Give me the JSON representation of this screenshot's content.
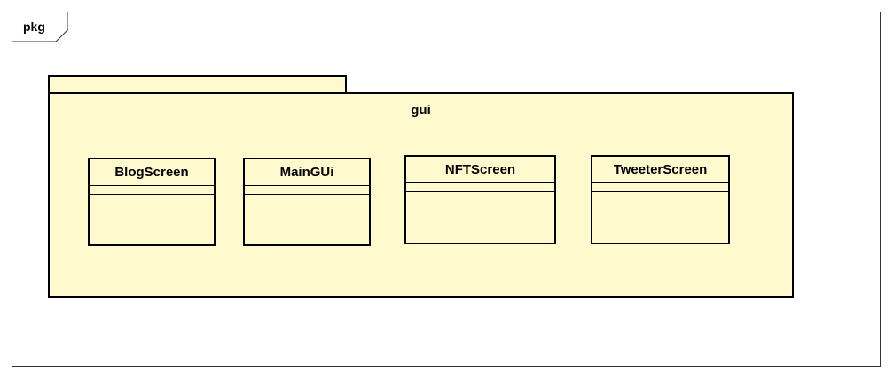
{
  "frame": {
    "label": "pkg"
  },
  "package": {
    "name": "gui"
  },
  "classes": [
    {
      "name": "BlogScreen"
    },
    {
      "name": "MainGUi"
    },
    {
      "name": "NFTScreen"
    },
    {
      "name": "TweeterScreen"
    }
  ],
  "colors": {
    "package_fill": "#fffacd",
    "stroke": "#000000"
  }
}
